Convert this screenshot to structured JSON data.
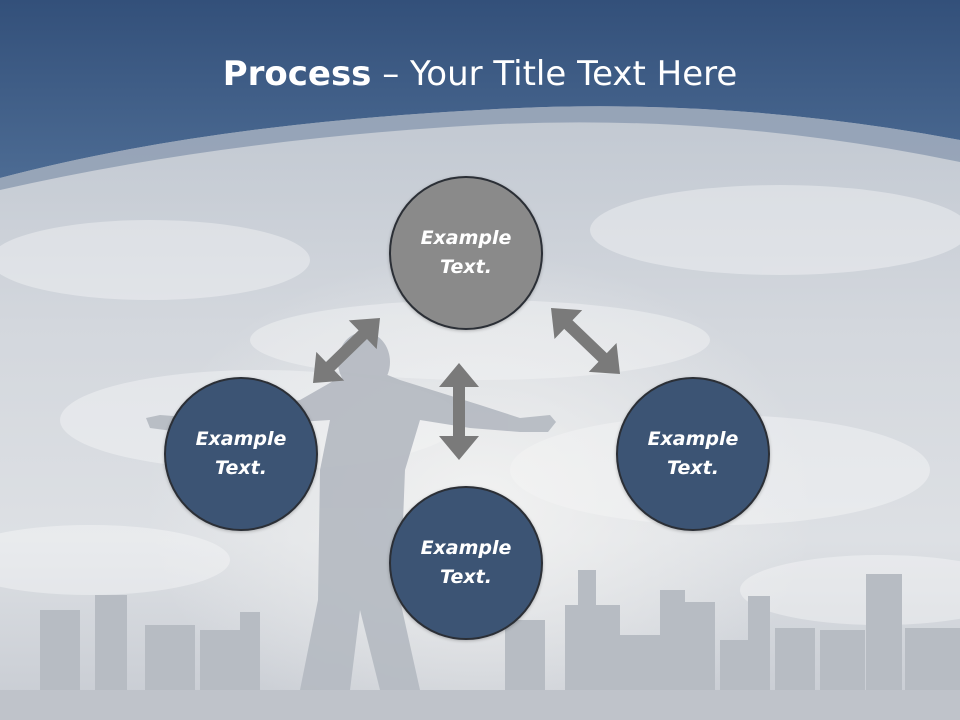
{
  "title": {
    "bold": "Process",
    "rest": " – Your Title Text Here"
  },
  "nodes": [
    {
      "id": "top",
      "label": "Example\nText."
    },
    {
      "id": "left",
      "label": "Example\nText."
    },
    {
      "id": "right",
      "label": "Example\nText."
    },
    {
      "id": "bottom",
      "label": "Example\nText."
    }
  ],
  "colors": {
    "header": "#3f5f86",
    "node_active": "#8a8a8a",
    "node": "#3c5474",
    "arrow": "#7a7a7a"
  }
}
